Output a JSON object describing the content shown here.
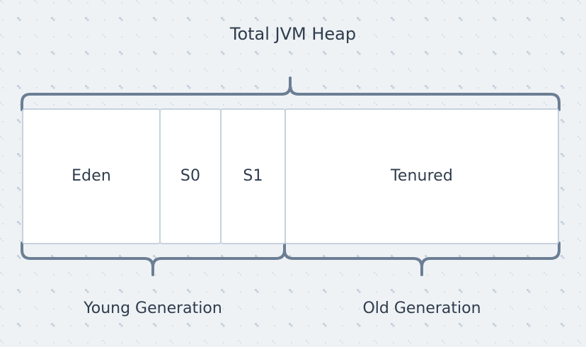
{
  "diagram": {
    "title": "Total JVM Heap",
    "background_color": "#eef2f5",
    "box_fill": "#ffffff",
    "box_border_color": "#c6d2de",
    "brace_color": "#6b7e94",
    "text_color": "#2f3c4c"
  },
  "regions": [
    {
      "id": "eden",
      "label": "Eden"
    },
    {
      "id": "s0",
      "label": "S0"
    },
    {
      "id": "s1",
      "label": "S1"
    },
    {
      "id": "tenured",
      "label": "Tenured"
    }
  ],
  "braces": {
    "top": {
      "label": "Total JVM Heap"
    },
    "bottom_left": {
      "label": "Young Generation"
    },
    "bottom_right": {
      "label": "Old Generation"
    }
  }
}
